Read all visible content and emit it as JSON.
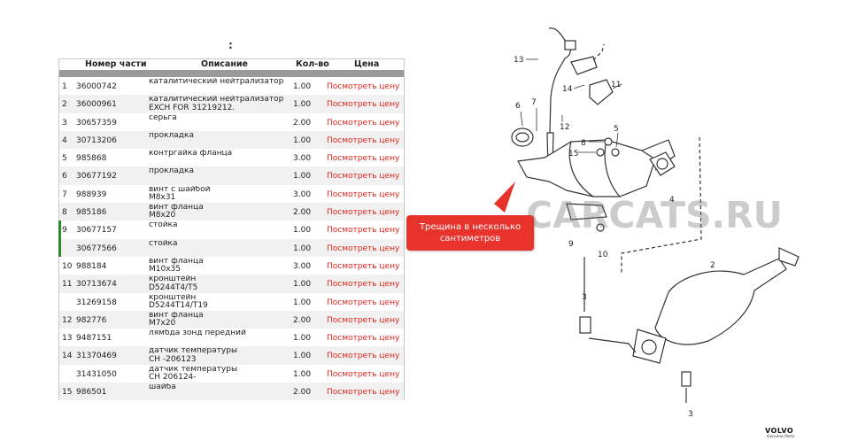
{
  "heading_colon": ":",
  "table": {
    "headers": {
      "part": "Номер части",
      "desc": "Описание",
      "qty": "Кол-во",
      "price": "Цена"
    },
    "rows": [
      {
        "idx": "1",
        "part": "36000742",
        "desc": [
          "каталитический нейтрализатор, з"
        ],
        "qty": "1.00",
        "price": "Посмотреть цену"
      },
      {
        "idx": "2",
        "part": "36000961",
        "desc": [
          "каталитический нейтрализатор, з",
          "EXCH FOR 31219212."
        ],
        "qty": "1.00",
        "price": "Посмотреть цену"
      },
      {
        "idx": "3",
        "part": "30657359",
        "desc": [
          "серьга"
        ],
        "qty": "2.00",
        "price": "Посмотреть цену"
      },
      {
        "idx": "4",
        "part": "30713206",
        "desc": [
          "прокладка"
        ],
        "qty": "1.00",
        "price": "Посмотреть цену"
      },
      {
        "idx": "5",
        "part": "985868",
        "desc": [
          "контргайка фланца"
        ],
        "qty": "3.00",
        "price": "Посмотреть цену"
      },
      {
        "idx": "6",
        "part": "30677192",
        "desc": [
          "прокладка"
        ],
        "qty": "1.00",
        "price": "Посмотреть цену"
      },
      {
        "idx": "7",
        "part": "988939",
        "desc": [
          "винт с шайбой",
          "M8x31"
        ],
        "qty": "3.00",
        "price": "Посмотреть цену"
      },
      {
        "idx": "8",
        "part": "985186",
        "desc": [
          "винт фланца",
          "M8x20"
        ],
        "qty": "2.00",
        "price": "Посмотреть цену"
      },
      {
        "idx": "9",
        "part": "30677157",
        "desc": [
          "стойка"
        ],
        "qty": "1.00",
        "price": "Посмотреть цену"
      },
      {
        "idx": "",
        "part": "30677566",
        "desc": [
          "стойка"
        ],
        "qty": "1.00",
        "price": "Посмотреть цену"
      },
      {
        "idx": "10",
        "part": "988184",
        "desc": [
          "винт фланца",
          "M10x35"
        ],
        "qty": "3.00",
        "price": "Посмотреть цену"
      },
      {
        "idx": "11",
        "part": "30713674",
        "desc": [
          "кронштейн",
          "D5244T4/T5"
        ],
        "qty": "1.00",
        "price": "Посмотреть цену"
      },
      {
        "idx": "",
        "part": "31269158",
        "desc": [
          "кронштейн",
          "D5244T14/T19"
        ],
        "qty": "1.00",
        "price": "Посмотреть цену"
      },
      {
        "idx": "12",
        "part": "982776",
        "desc": [
          "винт фланца",
          "M7x20"
        ],
        "qty": "2.00",
        "price": "Посмотреть цену"
      },
      {
        "idx": "13",
        "part": "9487151",
        "desc": [
          "лямбда зонд передний"
        ],
        "qty": "1.00",
        "price": "Посмотреть цену"
      },
      {
        "idx": "14",
        "part": "31370469",
        "desc": [
          "датчик температуры",
          "CH -206123"
        ],
        "qty": "1.00",
        "price": "Посмотреть цену"
      },
      {
        "idx": "",
        "part": "31431050",
        "desc": [
          "датчик температуры",
          "CH 206124-"
        ],
        "qty": "1.00",
        "price": "Посмотреть цену"
      },
      {
        "idx": "15",
        "part": "986501",
        "desc": [
          "шайба"
        ],
        "qty": "2.00",
        "price": "Посмотреть цену"
      }
    ]
  },
  "diagram_labels": {
    "n13": "13",
    "n14": "14",
    "n11": "11",
    "n7": "7",
    "n6": "6",
    "n12": "12",
    "n5": "5",
    "n8": "8",
    "n15": "15",
    "n4": "4",
    "n9": "9",
    "n10": "10",
    "n2": "2",
    "n3a": "3",
    "n3b": "3"
  },
  "callout_lines": [
    "Трещина в несколько",
    "сантиметров"
  ],
  "watermark": "CARCATS.RU",
  "brand": "VOLVO",
  "brand_sub": "Genuine Parts",
  "colors": {
    "price": "#e2231a",
    "callout": "#e8332d",
    "row_marker": "#2b8a2b"
  }
}
